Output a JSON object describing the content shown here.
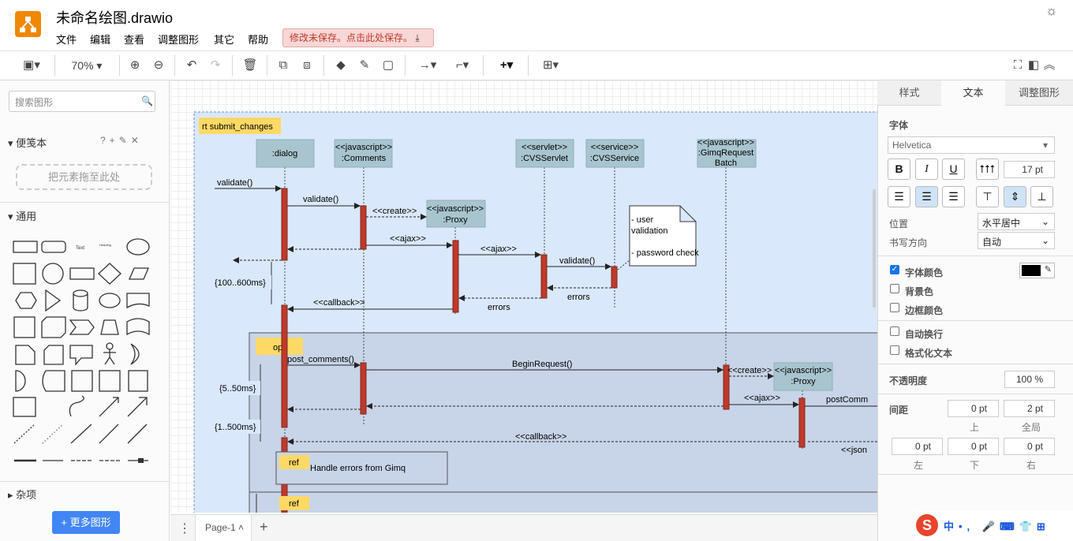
{
  "app": {
    "title": "未命名绘图.drawio",
    "save_notice": "修改未保存。点击此处保存。",
    "menu": [
      "文件",
      "编辑",
      "查看",
      "调整图形",
      "其它",
      "帮助"
    ]
  },
  "toolbar": {
    "zoom": "70%",
    "icons": [
      "view-icon",
      "zoom-in-icon",
      "zoom-out-icon",
      "undo-icon",
      "redo-icon",
      "delete-icon",
      "to-front-icon",
      "to-back-icon",
      "fill-color-icon",
      "line-color-icon",
      "shadow-icon",
      "connection-icon",
      "waypoints-icon",
      "insert-icon",
      "table-icon",
      "fullscreen-icon",
      "format-panel-icon",
      "collapse-icon"
    ]
  },
  "left": {
    "search_placeholder": "搜索图形",
    "scratchpad": "便笺本",
    "drop_hint": "把元素拖至此处",
    "general": "通用",
    "misc": "杂项",
    "more_shapes": "+ 更多图形"
  },
  "page": {
    "tab": "Page-1"
  },
  "right": {
    "tabs": [
      "样式",
      "文本",
      "调整图形"
    ],
    "font_label": "字体",
    "font": "Helvetica",
    "font_size": "17 pt",
    "position_label": "位置",
    "position": "水平居中",
    "direction_label": "书写方向",
    "direction": "自动",
    "font_color": "字体颜色",
    "bg_color": "背景色",
    "border_color": "边框颜色",
    "wrap": "自动换行",
    "formatted": "格式化文本",
    "opacity_label": "不透明度",
    "opacity": "100 %",
    "spacing_label": "间距",
    "spacing": {
      "top": "0 pt",
      "global": "2 pt",
      "left": "0 pt",
      "bottom": "0 pt",
      "right": "0 pt"
    },
    "spacing_names": {
      "top": "上",
      "global": "全局",
      "left": "左",
      "bottom": "下",
      "right": "右"
    }
  },
  "diagram": {
    "frame_label": "rt submit_changes",
    "lifelines": [
      ":dialog",
      "<<javascript>>\n:Comments",
      "<<servlet>>\n:CVSServlet",
      "<<service>>\n:CVSService",
      "<<javascript>>\n:GimqRequest\nBatch"
    ],
    "proxy1": "<<javascript>>\n:Proxy",
    "proxy2": "<<javascript>>\n:Proxy",
    "note": "- user\nvalidation\n\n- password check",
    "messages": [
      "validate()",
      "validate()",
      "<<create>>",
      "<<ajax>>",
      "<<ajax>>",
      "validate()",
      "errors",
      "errors",
      "<<callback>>",
      "post_comments()",
      "BeginRequest()",
      "<<create>>",
      "<<ajax>>",
      "postComm",
      "<<callback>>",
      "<<json"
    ],
    "timings": [
      "{100..600ms}",
      "{5..50ms}",
      "{1..500ms}"
    ],
    "opt": "opt",
    "ref": "ref",
    "ref_text": "Handle errors from Gimq",
    "ref2": "ref"
  },
  "colors": {
    "activation": "#c0392b",
    "lifeline_head": "#a8c5cf",
    "frame_bg": "#dae8fc",
    "opt_bg": "#c8d4e8",
    "tag": "#ffd966",
    "accent": "#4285f4"
  }
}
